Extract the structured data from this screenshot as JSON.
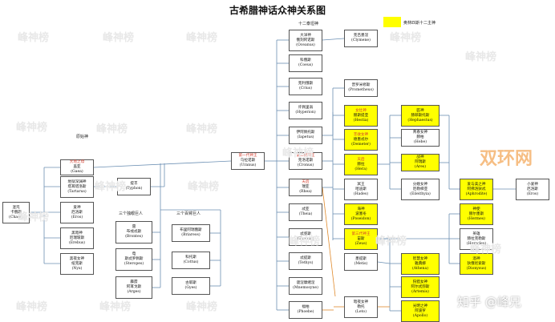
{
  "title": "古希腊神话众神关系图",
  "watermark": "峰神榜",
  "brand_watermark": "双环网",
  "author_watermark": "知乎 @峰兄",
  "legend": {
    "label": "奥林匹斯十二主神",
    "color": "#ffff00"
  },
  "group_labels": {
    "titans": "十二泰坦神",
    "primordial": "原始神",
    "cyclopes": "三个独眼巨人",
    "hecatonchires": "三个百臂巨人"
  },
  "nodes": {
    "chaos": {
      "lines": [
        "混沌",
        "卡俄斯",
        "(Chaos)"
      ]
    },
    "gaea": {
      "tag": "大地之母",
      "lines": [
        "盖亚",
        "(Gaea)"
      ]
    },
    "tartarus": {
      "lines": [
        "地狱深渊神",
        "塔耳塔洛斯",
        "(Tartarus)"
      ]
    },
    "eros1": {
      "lines": [
        "爱神",
        "厄洛斯",
        "(Eros)"
      ]
    },
    "erebus": {
      "lines": [
        "黑暗神",
        "厄瑞玻斯",
        "(Erebus)"
      ]
    },
    "nyx": {
      "lines": [
        "黑夜女神",
        "纽克斯",
        "(Nyx)"
      ]
    },
    "typhon": {
      "lines": [
        "提丰",
        "(Typhon)"
      ]
    },
    "uranus": {
      "tag": "第一代神王",
      "lines": [
        "乌拉诺斯",
        "(Uranus)"
      ]
    },
    "brontes": {
      "lines": [
        "雷",
        "布戎忒斯",
        "(Brontes)"
      ]
    },
    "steropes": {
      "lines": [
        "电",
        "斯忒罗佩斯",
        "(Steropes)"
      ]
    },
    "arges": {
      "lines": [
        "霹雳",
        "阿耳戈斯",
        "(Arges)"
      ]
    },
    "briareos": {
      "lines": [
        "布里阿瑞俄斯",
        "(Briareos)"
      ]
    },
    "cottus": {
      "lines": [
        "科托斯",
        "(Cottus)"
      ]
    },
    "gyes": {
      "lines": [
        "古耶斯",
        "(Gyes)"
      ]
    },
    "oceanus": {
      "lines": [
        "大洋神",
        "俄刻阿诺斯",
        "(Oceanus)"
      ]
    },
    "coeus": {
      "lines": [
        "科俄斯",
        "(Coeus)"
      ]
    },
    "crius": {
      "lines": [
        "克利俄斯",
        "(Crius)"
      ]
    },
    "hyperion": {
      "lines": [
        "许佩里翁",
        "(Hyperion)"
      ]
    },
    "iapetus": {
      "lines": [
        "伊阿佩托斯",
        "(Iapetus)"
      ]
    },
    "cronus": {
      "tag": "第二代神王",
      "lines": [
        "克洛诺斯",
        "(Cronus)"
      ]
    },
    "rhea": {
      "tag": "天后",
      "lines": [
        "瑞亚",
        "(Rhea)"
      ]
    },
    "theia": {
      "lines": [
        "忒亚",
        "(Theia)"
      ]
    },
    "themis": {
      "lines": [
        "忒弥斯",
        "(Themis)"
      ]
    },
    "tethys": {
      "lines": [
        "忒提斯",
        "(Tethys)"
      ]
    },
    "mnemosyne": {
      "lines": [
        "谟涅摩绪涅",
        "(Mnemosyne)"
      ]
    },
    "phoebe": {
      "lines": [
        "福柏",
        "(Phoebe)"
      ]
    },
    "clymene": {
      "lines": [
        "克吕墨涅",
        "(Clymene)"
      ]
    },
    "prometheus": {
      "lines": [
        "普罗米修斯",
        "(Prometheus)"
      ]
    },
    "hestia": {
      "tag": "女灶神",
      "lines": [
        "赫斯提亚",
        "(Hestia)"
      ]
    },
    "demeter": {
      "tag": "丰收女神",
      "lines": [
        "德墨忒尔",
        "(Demeter)"
      ]
    },
    "hera": {
      "tag": "天后",
      "lines": [
        "赫拉",
        "(Hera)"
      ]
    },
    "hades": {
      "lines": [
        "冥王",
        "哈迪斯",
        "(Hades)"
      ]
    },
    "poseidon": {
      "lines": [
        "海神",
        "波塞冬",
        "(Poseidon)"
      ]
    },
    "zeus": {
      "tag": "第三代神王",
      "lines": [
        "宙斯",
        "(Zeus)"
      ]
    },
    "metis": {
      "lines": [
        "墨提斯",
        "(Metis)"
      ]
    },
    "leto": {
      "lines": [
        "暗夜女神",
        "勒托",
        "(Leto)"
      ]
    },
    "hephaestus": {
      "lines": [
        "匠神",
        "赫菲斯托斯",
        "(Hephaestus)"
      ]
    },
    "hebe": {
      "lines": [
        "青春女神",
        "赫柏",
        "(Hebe)"
      ]
    },
    "ares": {
      "lines": [
        "战神",
        "阿瑞斯",
        "(Ares)"
      ]
    },
    "eileithyia": {
      "lines": [
        "分娩女神",
        "厄勒梯亚",
        "(Eileithyia)"
      ]
    },
    "athena": {
      "lines": [
        "智慧女神",
        "雅典娜",
        "(Athena)"
      ]
    },
    "artemis": {
      "lines": [
        "狩猎女神",
        "阿尔忒弥斯",
        "(Artemis)"
      ]
    },
    "apollo": {
      "lines": [
        "光明之神",
        "阿波罗",
        "(Apollo)"
      ]
    },
    "aphrodite": {
      "lines": [
        "爱与美之神",
        "阿佛洛狄忒",
        "(Aphrodite)"
      ]
    },
    "hermes": {
      "lines": [
        "神使",
        "赫尔墨斯",
        "(Hermes)"
      ]
    },
    "heracles": {
      "lines": [
        "英雄",
        "赫拉克勒斯",
        "(Heracles)"
      ]
    },
    "dionysus": {
      "lines": [
        "酒神",
        "狄俄尼索斯",
        "(Dionysus)"
      ]
    },
    "eros2": {
      "lines": [
        "小爱神",
        "厄洛斯",
        "(Eros)"
      ]
    }
  }
}
